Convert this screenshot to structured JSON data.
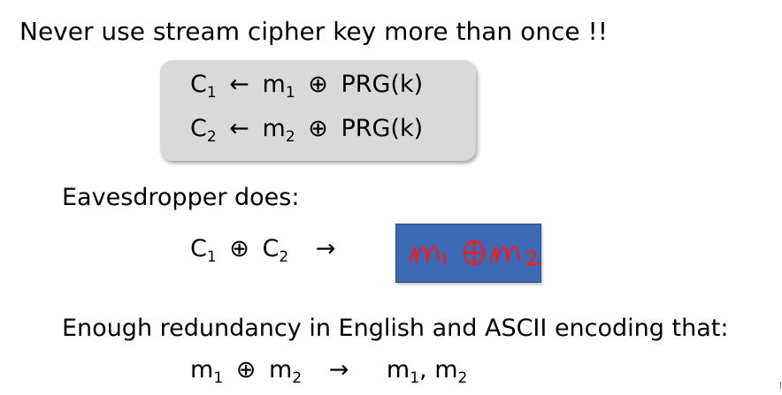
{
  "title": "Never use stream cipher key more than once !!",
  "box": {
    "line1": {
      "c": "C",
      "c_sub": "1",
      "arrow": "←",
      "m": "m",
      "m_sub": "1",
      "xor": "⊕",
      "prg": "PRG(k)"
    },
    "line2": {
      "c": "C",
      "c_sub": "2",
      "arrow": "←",
      "m": "m",
      "m_sub": "2",
      "xor": "⊕",
      "prg": "PRG(k)"
    }
  },
  "eavesdropper": {
    "heading": "Eavesdropper does:",
    "c1": "C",
    "c1_sub": "1",
    "xor": "⊕",
    "c2": "C",
    "c2_sub": "2",
    "arrow": "→",
    "handwritten": "m1 ⊕ m2",
    "ink_color": "#e8202a",
    "box_color": "#3c69b4"
  },
  "redundancy": {
    "text": "Enough redundancy in English and ASCII encoding that:",
    "m1": "m",
    "m1_sub": "1",
    "xor": "⊕",
    "m2": "m",
    "m2_sub": "2",
    "arrow": "→",
    "r1": "m",
    "r1_sub": "1",
    "comma": ",",
    "r2": "m",
    "r2_sub": "2"
  }
}
